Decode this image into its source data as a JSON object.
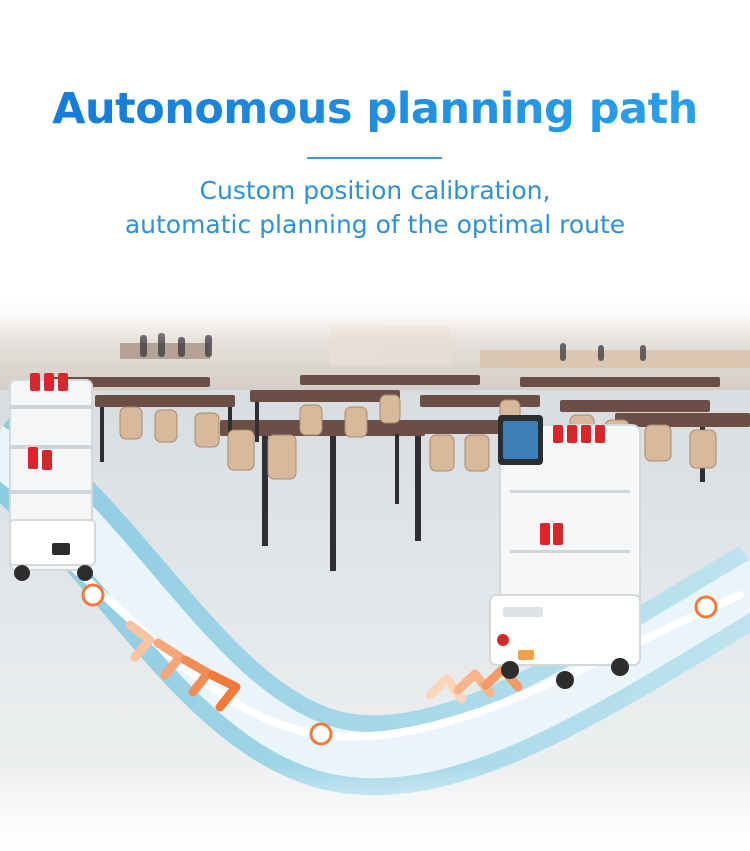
{
  "headline": "Autonomous planning path",
  "subtitle_line1": "Custom position calibration,",
  "subtitle_line2": "automatic planning of the optimal route",
  "colors": {
    "headline_blue": "#1e8fe0",
    "subtitle_blue": "#2f8fd8",
    "path_orange": "#f07a3a",
    "lane_blue": "#9fd3e8",
    "can_red": "#d8262c"
  }
}
